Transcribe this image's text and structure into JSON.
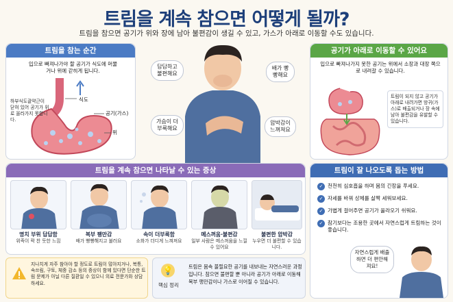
{
  "title": "트림을 계속 참으면 어떻게 될까?",
  "subtitle": "트림을 참으면 공기가 위와 장에 남아 불편감이 생길 수 있고, 가스가 아래로 이동할 수도 있습니다.",
  "left_panel": {
    "header": "트림을 참는 순간",
    "desc": "입으로 빠져나가야 할 공기가 식도에 머물거나 위에 갇히게 됩니다.",
    "labels": {
      "esophagus": "식도",
      "air": "공기(가스)",
      "stomach": "위"
    },
    "note": "하부식도괄약근이 닫혀 있어 공기가 위로 올라가지 못합니다."
  },
  "center": {
    "bubbles": [
      "답답하고 불편해요",
      "배가 빵빵해요",
      "가슴이 더부룩해요",
      "압박감이 느껴져요"
    ]
  },
  "right_panel": {
    "header": "공기가 아래로 이동할 수 있어요",
    "desc": "입으로 빠져나가지 못한 공기는 위에서 소장과 대장 쪽으로 내려갈 수 있습니다.",
    "note": "트림이 되지 않고 공기가 아래로 내려가면 방귀(가스)로 배출되거나 장 속에 남아 불편감을 유발할 수 있습니다."
  },
  "symptoms": {
    "header": "트림을 계속 참으면 나타날 수 있는 증상",
    "items": [
      {
        "title": "명치 부위 답답함",
        "desc": "위족이 꽉 찬 듯한 느낌"
      },
      {
        "title": "복부 팽만감",
        "desc": "배가 빵빵해지고 불러요"
      },
      {
        "title": "속이 더부룩함",
        "desc": "소화가 더디게 느껴져요"
      },
      {
        "title": "메스꺼움·불편감",
        "desc": "일부 사람은 메스꺼움을 느낄 수 있어요"
      },
      {
        "title": "불편한 압박감",
        "desc": "누우면 더 불편할 수 있습니다."
      }
    ]
  },
  "tips": {
    "header": "트림이 잘 나오도록 돕는 방법",
    "items": [
      "천천히 심호흡을 하며 몸의 긴장을 푸세요.",
      "자세를 바꿔 상체를 살짝 세워보세요.",
      "가볍게 걸어주면 공기가 올라오기 쉬워요.",
      "참기보다는 조용한 곳에서 자연스럽게 트림하는 것이 좋습니다."
    ],
    "bubble": "자연스럽게 배출하면 더 편안해져요!"
  },
  "warning": {
    "text": "지나치게 자주 참아야 할 정도로 트림이 많아지거나, 복통, 속쓰림, 구토, 체중 감소 등의 증상이 함께 있다면 단순한 트림 문제가 아닐 다른 질환일 수 있으니 의료 전문가와 상담하세요."
  },
  "summary": {
    "label": "핵심 정리",
    "text": "트림은 몸속 불필요한 공기를 내보내는 자연스러운 과정입니다. 참으면 불편할 뿐 아니라 공기가 아래로 이동해 복부 팽만감이나 가스로 이어질 수 있습니다."
  },
  "colors": {
    "title": "#1d3f7a",
    "blue": "#4b7bc4",
    "green": "#5aa646",
    "purple": "#8a6bb8",
    "warning": "#f2b72c"
  }
}
